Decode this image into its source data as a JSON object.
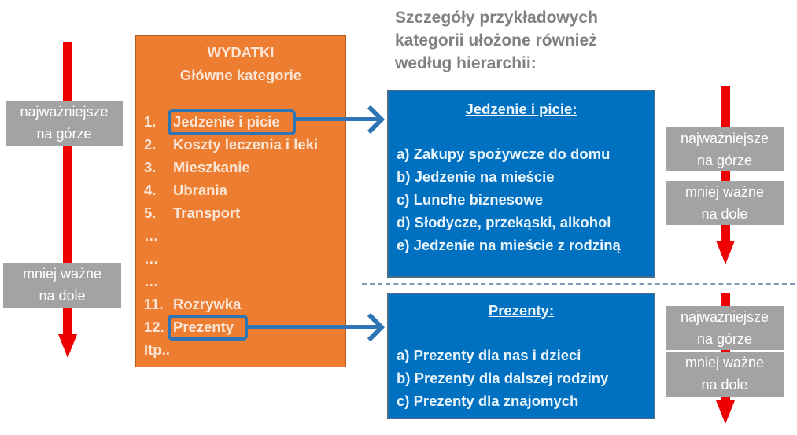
{
  "colors": {
    "red_arrow": "#ee0000",
    "gray_label": "#a3a3a3",
    "orange_box": "#ed7d31",
    "blue_box": "#0070c0",
    "connector_blue": "#2e75b6",
    "heading_gray": "#808080"
  },
  "left_scale": {
    "top_label": [
      "najważniejsze",
      "na górze"
    ],
    "bottom_label": [
      "mniej ważne",
      "na dole"
    ]
  },
  "main_box": {
    "title": "WYDATKI",
    "subtitle": "Główne kategorie",
    "categories": [
      {
        "num": "1.",
        "label": "Jedzenie i picie",
        "highlighted": true
      },
      {
        "num": "2.",
        "label": "Koszty leczenia i leki"
      },
      {
        "num": "3.",
        "label": "Mieszkanie"
      },
      {
        "num": "4.",
        "label": "Ubrania"
      },
      {
        "num": "5.",
        "label": "Transport"
      },
      {
        "num": "…",
        "label": ""
      },
      {
        "num": "…",
        "label": ""
      },
      {
        "num": "…",
        "label": ""
      },
      {
        "num": "11.",
        "label": "Rozrywka"
      },
      {
        "num": "12.",
        "label": "Prezenty",
        "highlighted": true
      },
      {
        "num": "Itp..",
        "label": ""
      }
    ]
  },
  "details_heading": [
    "Szczegóły przykładowych",
    "kategorii ułożone również",
    "według hierarchii:"
  ],
  "detail_boxes": [
    {
      "title": "Jedzenie i picie:",
      "items": [
        "a) Zakupy spożywcze do domu",
        "b) Jedzenie na mieście",
        "c) Lunche biznesowe",
        "d) Słodycze, przekąski, alkohol",
        "e) Jedzenie na mieście z rodziną"
      ]
    },
    {
      "title": "Prezenty:",
      "items": [
        "a) Prezenty dla nas i dzieci",
        "b) Prezenty dla dalszej rodziny",
        "c) Prezenty dla znajomych"
      ]
    }
  ],
  "right_scales": [
    {
      "top_label": [
        "najważniejsze",
        "na górze"
      ],
      "bottom_label": [
        "mniej ważne",
        "na dole"
      ]
    },
    {
      "top_label": [
        "najważniejsze",
        "na górze"
      ],
      "bottom_label": [
        "mniej ważne",
        "na dole"
      ]
    }
  ]
}
